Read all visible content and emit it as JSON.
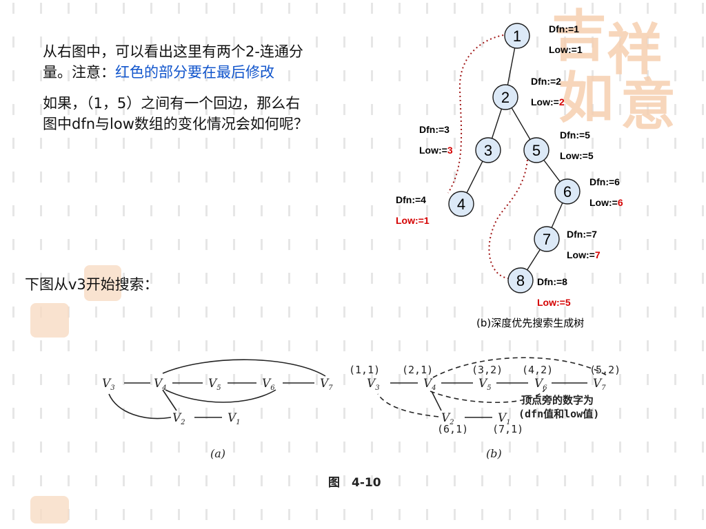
{
  "intro": {
    "line1": "从右图中，可以看出这里有两个2-连通分",
    "line2_black": "量。注意：",
    "line2_blue": "红色的部分要在最后修改",
    "para2_line1": "如果，（1，5）之间有一个回边，那么右",
    "para2_line2": "图中dfn与low数组的变化情况会如何呢？"
  },
  "search_note": "下图从v3开始搜索：",
  "tree": {
    "caption": "(b)深度优先搜索生成树",
    "nodes": [
      {
        "id": "1",
        "dfn": "Dfn:=1",
        "low_prefix": "Low:=1",
        "low_red": ""
      },
      {
        "id": "2",
        "dfn": "Dfn:=2",
        "low_prefix": "Low:=",
        "low_red": "2"
      },
      {
        "id": "3",
        "dfn": "Dfn:=3",
        "low_prefix": "Low:=",
        "low_red": "3"
      },
      {
        "id": "4",
        "dfn": "Dfn:=4",
        "low_prefix": "",
        "low_red": "Low:=1"
      },
      {
        "id": "5",
        "dfn": "Dfn:=5",
        "low_prefix": "Low:=5",
        "low_red": ""
      },
      {
        "id": "6",
        "dfn": "Dfn:=6",
        "low_prefix": "Low:=",
        "low_red": "6"
      },
      {
        "id": "7",
        "dfn": "Dfn:=7",
        "low_prefix": "Low:=",
        "low_red": "7"
      },
      {
        "id": "8",
        "dfn": "Dfn:=8",
        "low_prefix": "",
        "low_red": "Low:=5"
      }
    ]
  },
  "figure": {
    "a": {
      "nodes": [
        "V3",
        "V4",
        "V5",
        "V6",
        "V7",
        "V2",
        "V1"
      ],
      "caption": "(a)"
    },
    "b": {
      "pairs": [
        "(1,1)",
        "(2,1)",
        "(3,2)",
        "(4,2)",
        "(5,2)",
        "(6,1)",
        "(7,1)"
      ],
      "nodes": [
        "V3",
        "V4",
        "V5",
        "V6",
        "V7",
        "V2",
        "V1"
      ],
      "note_line1": "顶点旁的数字为",
      "note_line2": "(dfn值和low值)",
      "caption": "(b)"
    },
    "title": "图　4-10"
  },
  "colors": {
    "node_fill": "#dce9f7",
    "node_stroke": "#1a1a1a",
    "red": "#d40000",
    "blue": "#1155cc",
    "watermark": "#f5c6a0"
  }
}
